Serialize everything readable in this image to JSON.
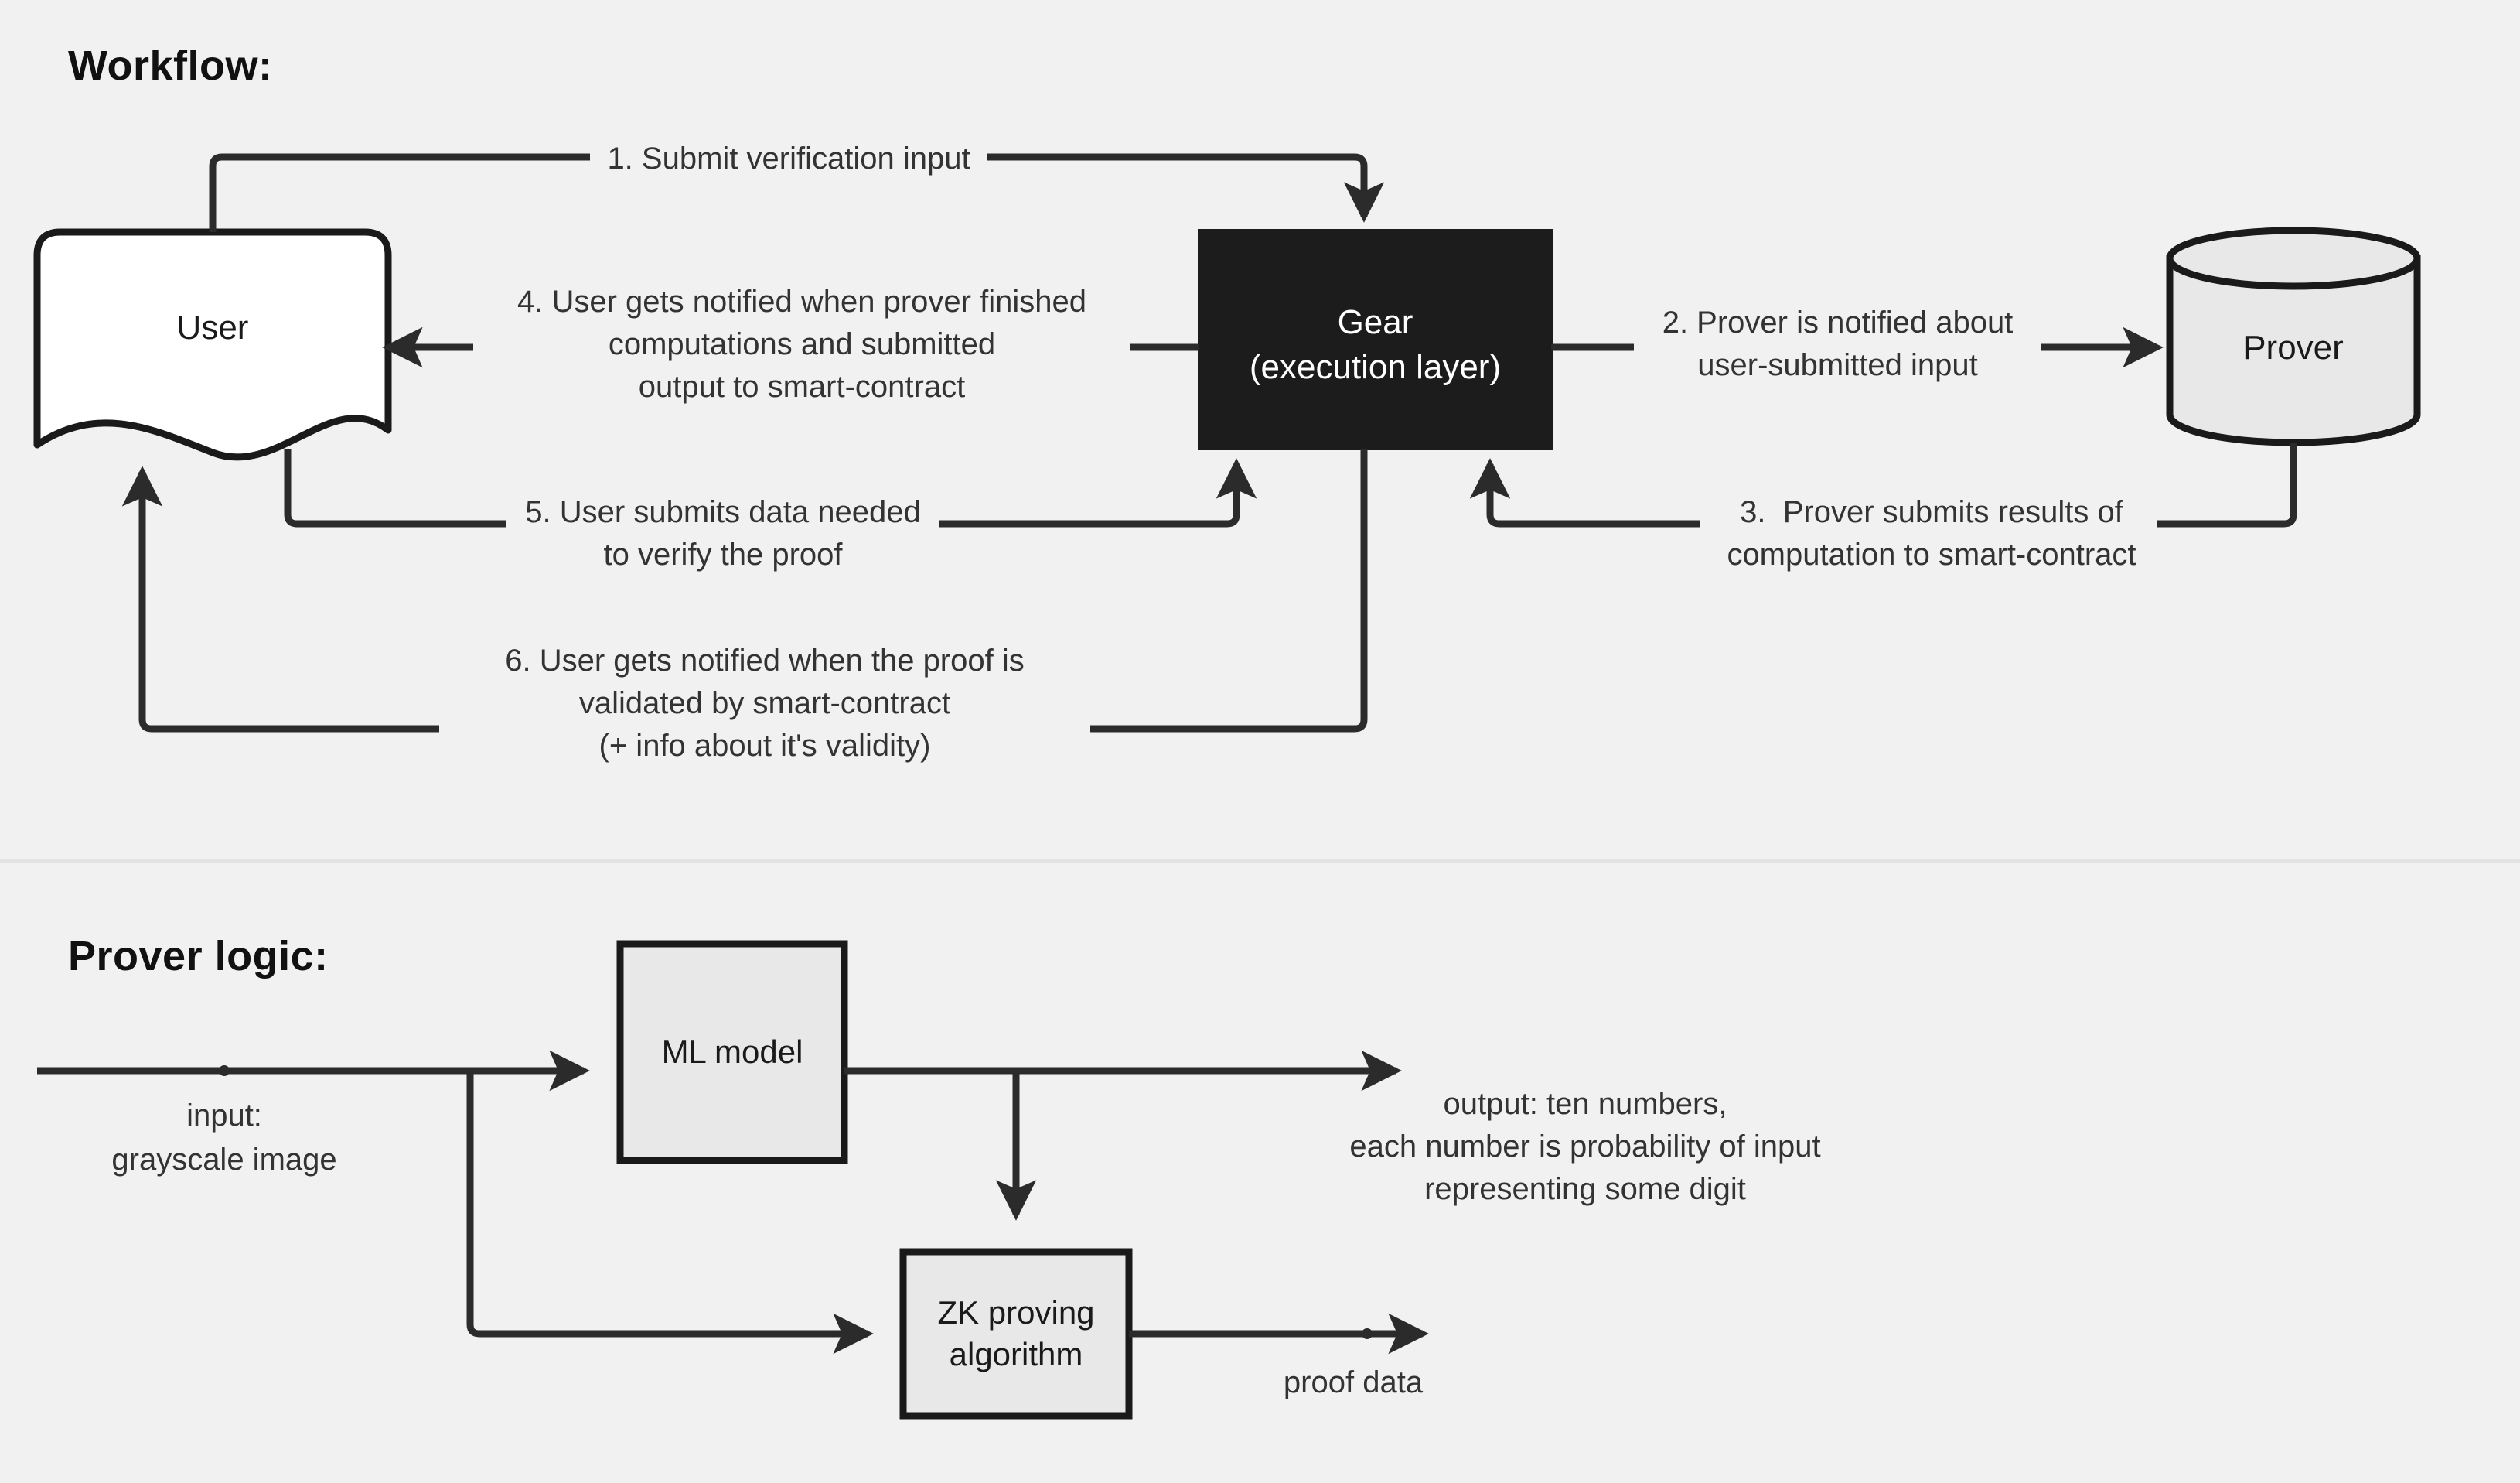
{
  "page": {
    "background": "#f1f1f1",
    "stroke_color": "#2b2b2b",
    "divider_color": "#e2e2e2"
  },
  "sections": [
    {
      "id": "workflow",
      "title": "Workflow:"
    },
    {
      "id": "prover-logic",
      "title": "Prover logic:"
    }
  ],
  "workflow": {
    "title": "Workflow:",
    "nodes": {
      "user": {
        "label": "User",
        "shape": "document",
        "fill": "#ffffff",
        "stroke": "#1a1a1a"
      },
      "gear": {
        "label_line1": "Gear",
        "label_line2": "(execution layer)",
        "shape": "rectangle",
        "fill": "#1c1c1c",
        "text_color": "#ffffff"
      },
      "prover": {
        "label": "Prover",
        "shape": "cylinder",
        "fill": "#e8e8e8",
        "stroke": "#1a1a1a"
      }
    },
    "edges": [
      {
        "n": 1,
        "from": "user",
        "to": "gear",
        "label_line1": "1. Submit verification input"
      },
      {
        "n": 2,
        "from": "gear",
        "to": "prover",
        "label_line1": "2. Prover is notified about",
        "label_line2": "user-submitted input"
      },
      {
        "n": 3,
        "from": "prover",
        "to": "gear",
        "label_line1": "3.  Prover submits results of",
        "label_line2": "computation to smart-contract"
      },
      {
        "n": 4,
        "from": "gear",
        "to": "user",
        "label_line1": "4. User gets notified when prover finished",
        "label_line2": "computations and submitted",
        "label_line3": "output to smart-contract"
      },
      {
        "n": 5,
        "from": "user",
        "to": "gear",
        "label_line1": "5. User submits data needed",
        "label_line2": "to verify the proof"
      },
      {
        "n": 6,
        "from": "gear",
        "to": "user",
        "label_line1": "6. User gets notified when the proof is",
        "label_line2": "validated by smart-contract",
        "label_line3": "(+ info about it's validity)"
      }
    ]
  },
  "prover_logic": {
    "title": "Prover logic:",
    "nodes": {
      "ml_model": {
        "label": "ML model",
        "shape": "rectangle",
        "fill": "#e8e8e8",
        "stroke": "#1a1a1a"
      },
      "zk": {
        "label_line1": "ZK proving",
        "label_line2": "algorithm",
        "shape": "rectangle",
        "fill": "#e8e8e8",
        "stroke": "#1a1a1a"
      }
    },
    "edges": [
      {
        "id": "input",
        "label_line1": "input:",
        "label_line2": "grayscale image",
        "to": "ml_model"
      },
      {
        "id": "output",
        "from": "ml_model",
        "label_line1": "output: ten numbers,",
        "label_line2": "each number is probability of input",
        "label_line3": "representing some digit"
      },
      {
        "id": "ml-to-zk",
        "from": "ml_model",
        "to": "zk",
        "label_line1": ""
      },
      {
        "id": "input-to-zk",
        "to": "zk",
        "label_line1": ""
      },
      {
        "id": "proof",
        "from": "zk",
        "label_line1": "proof data"
      }
    ]
  }
}
